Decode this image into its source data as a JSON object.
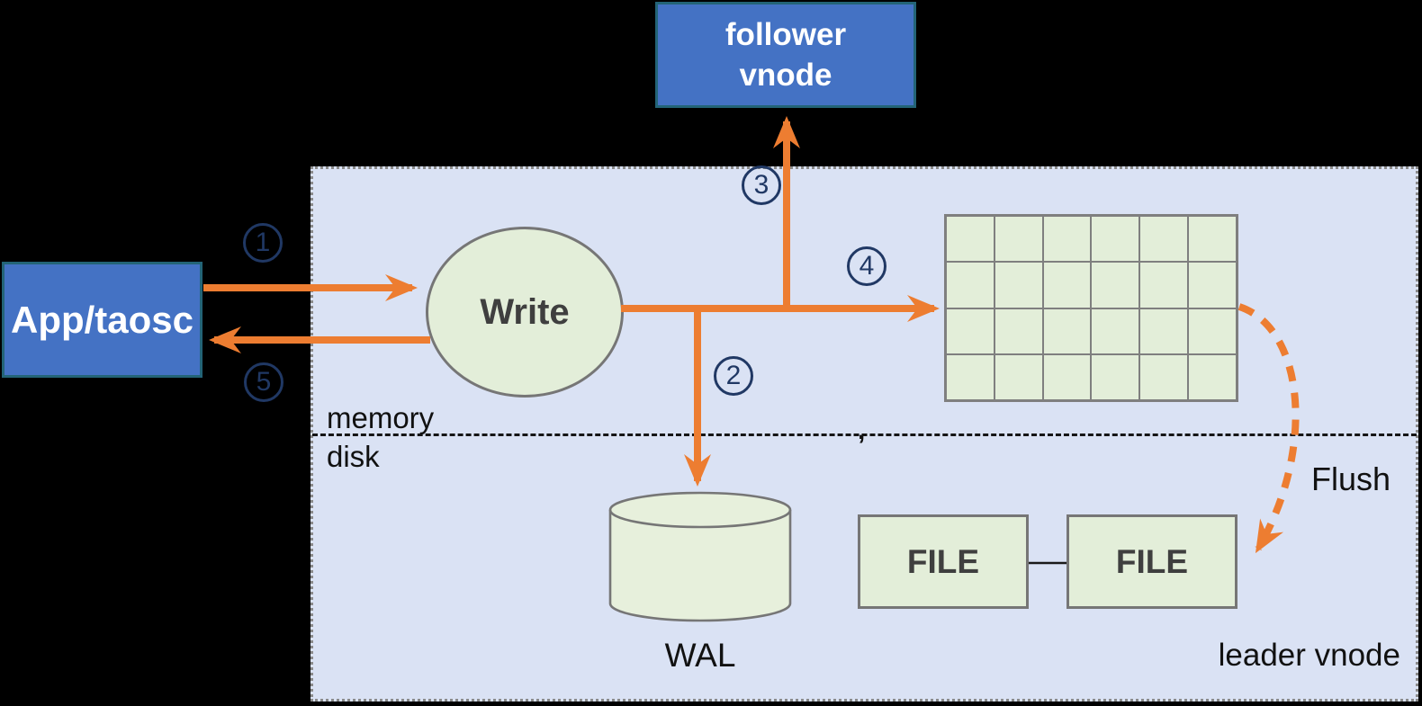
{
  "colors": {
    "background": "#000000",
    "container_fill": "#DAE2F4",
    "node_blue": "#4472C4",
    "node_blue_border": "#236477",
    "node_green": "#E3EED9",
    "node_green_border": "#767676",
    "arrow_orange": "#ED7D31",
    "step_navy": "#203864",
    "dark_text": "#3F3F3F",
    "plain_text": "#111111"
  },
  "nodes": {
    "app": "App/taosc",
    "follower_line1": "follower",
    "follower_line2": "vnode",
    "write": "Write",
    "wal": "WAL",
    "file_left": "FILE",
    "file_right": "FILE"
  },
  "labels": {
    "memory": "memory",
    "disk": "disk",
    "leader_vnode": "leader vnode",
    "flush": "Flush",
    "divider_comma": ","
  },
  "steps": [
    {
      "n": "1"
    },
    {
      "n": "2"
    },
    {
      "n": "3"
    },
    {
      "n": "4"
    },
    {
      "n": "5"
    }
  ],
  "grid": {
    "rows": 4,
    "columns": 6
  }
}
